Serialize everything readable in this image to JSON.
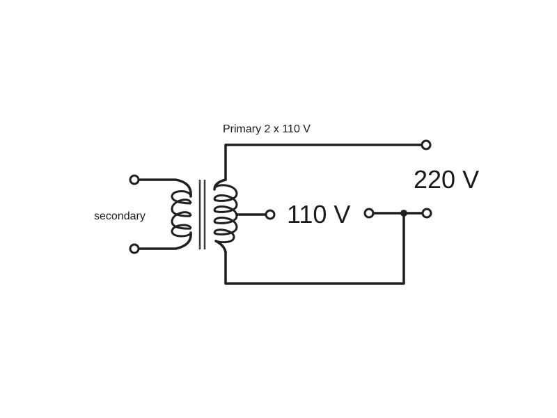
{
  "labels": {
    "primary": "Primary 2 x 110 V",
    "secondary": "secondary",
    "v220": "220 V",
    "v110": "110 V"
  },
  "colors": {
    "ink": "#1f1f1f",
    "background": "#ffffff"
  }
}
